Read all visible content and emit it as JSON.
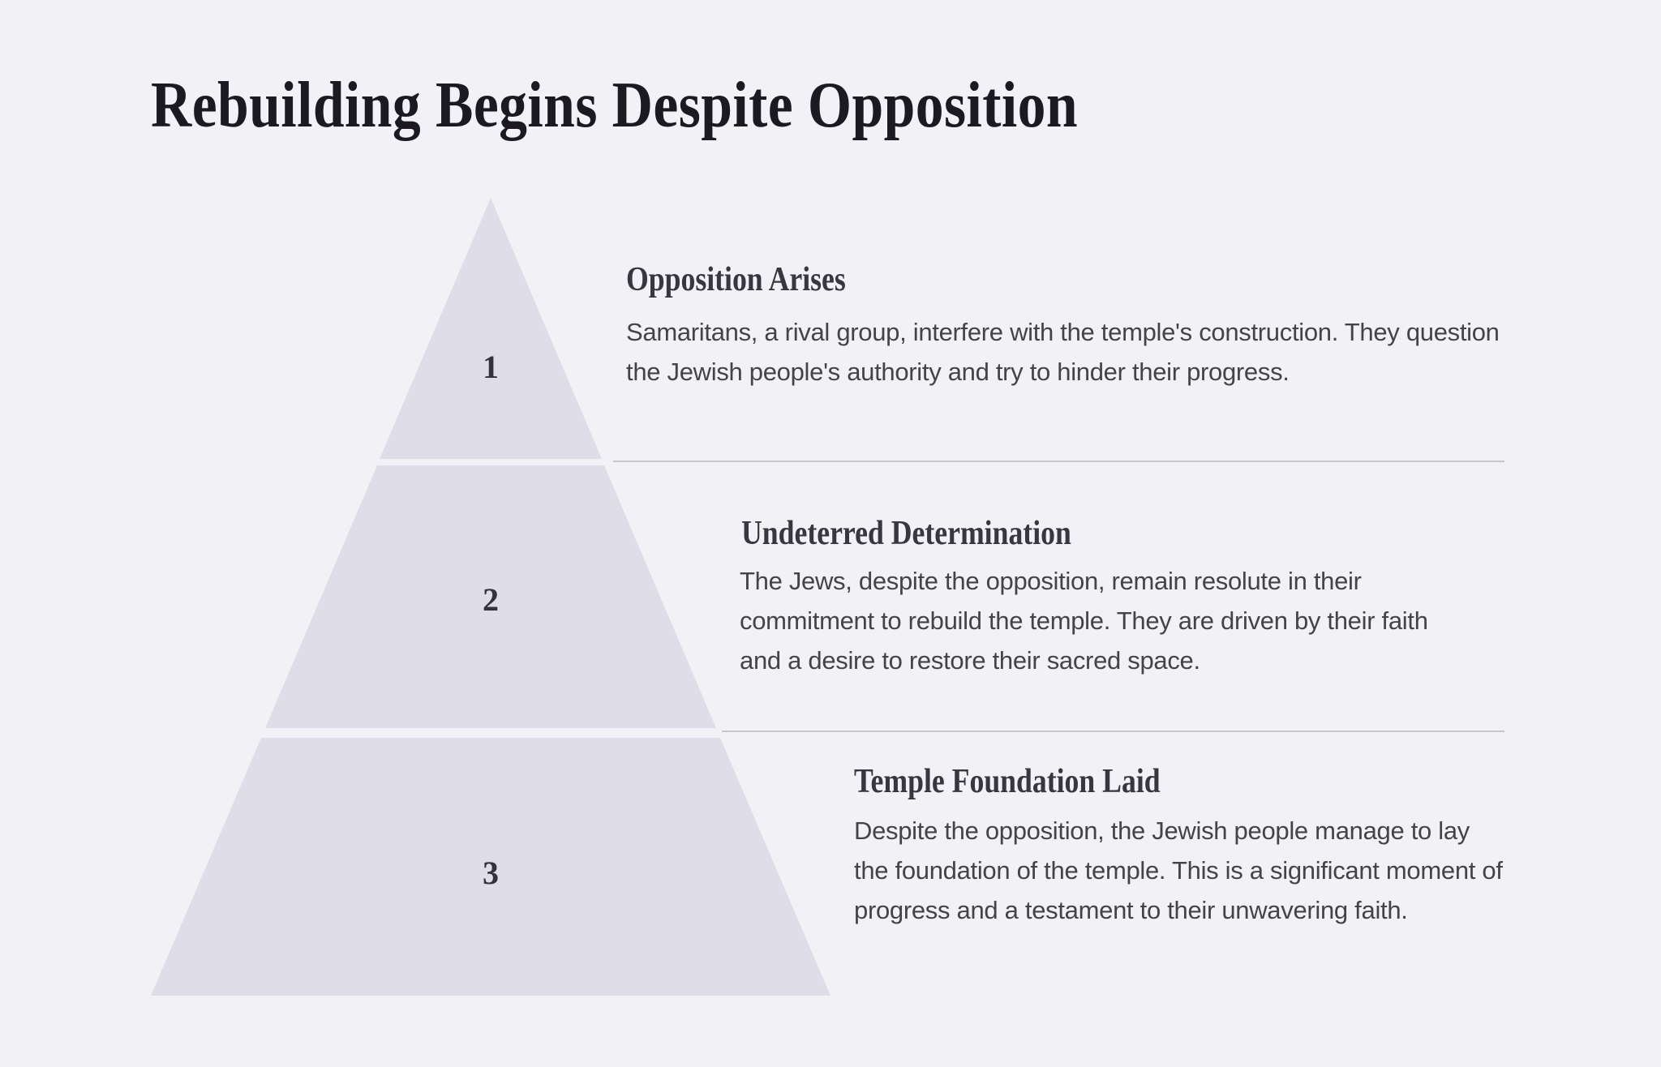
{
  "page": {
    "title": "Rebuilding Begins Despite Opposition",
    "colors": {
      "background": "#f2f1f6",
      "pyramid_fill": "#dfdee8",
      "divider": "#c7c6cf",
      "title_text": "#1c1923",
      "heading_text": "#3a3640",
      "body_text": "#454349",
      "number_text": "#35323b"
    }
  },
  "diagram": {
    "type": "pyramid",
    "levels": 3
  },
  "steps": [
    {
      "number": "1",
      "heading": "Opposition Arises",
      "body": "Samaritans, a rival group, interfere with the temple's construction. They question the Jewish people's authority and try to hinder their progress."
    },
    {
      "number": "2",
      "heading": "Undeterred Determination",
      "body": "The Jews, despite the opposition, remain resolute in their commitment to rebuild the temple. They are driven by their faith and a desire to restore their sacred space."
    },
    {
      "number": "3",
      "heading": "Temple Foundation Laid",
      "body": "Despite the opposition, the Jewish people manage to lay the foundation of the temple. This is a significant moment of progress and a testament to their unwavering faith."
    }
  ]
}
